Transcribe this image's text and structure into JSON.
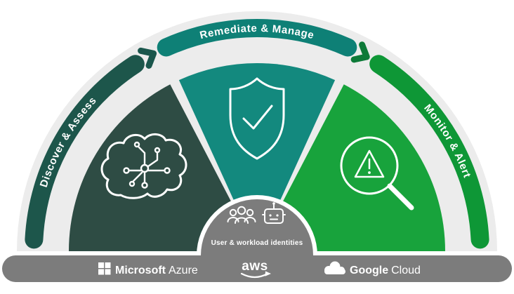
{
  "diagram": {
    "arch_color": "#ececec",
    "segments": {
      "discover": {
        "label": "Discover & Assess",
        "band_color": "#1d564b",
        "wedge_color": "#2e4c44"
      },
      "remediate": {
        "label": "Remediate & Manage",
        "band_color": "#0e8076",
        "wedge_color": "#13897e"
      },
      "monitor": {
        "label": "Monitor & Alert",
        "band_color": "#0e9736",
        "wedge_color": "#18a33c"
      }
    },
    "chevrons": {
      "left_color": "#1a564c",
      "right_color": "#0d7a38"
    },
    "hub": {
      "label": "User & workload identities",
      "color": "#7c7c7c"
    }
  },
  "footer": {
    "bar_color": "#7c7c7c",
    "azure": {
      "brand": "Microsoft",
      "product": "Azure"
    },
    "aws": {
      "brand": "aws"
    },
    "google": {
      "brand": "Google",
      "product": "Cloud"
    }
  }
}
